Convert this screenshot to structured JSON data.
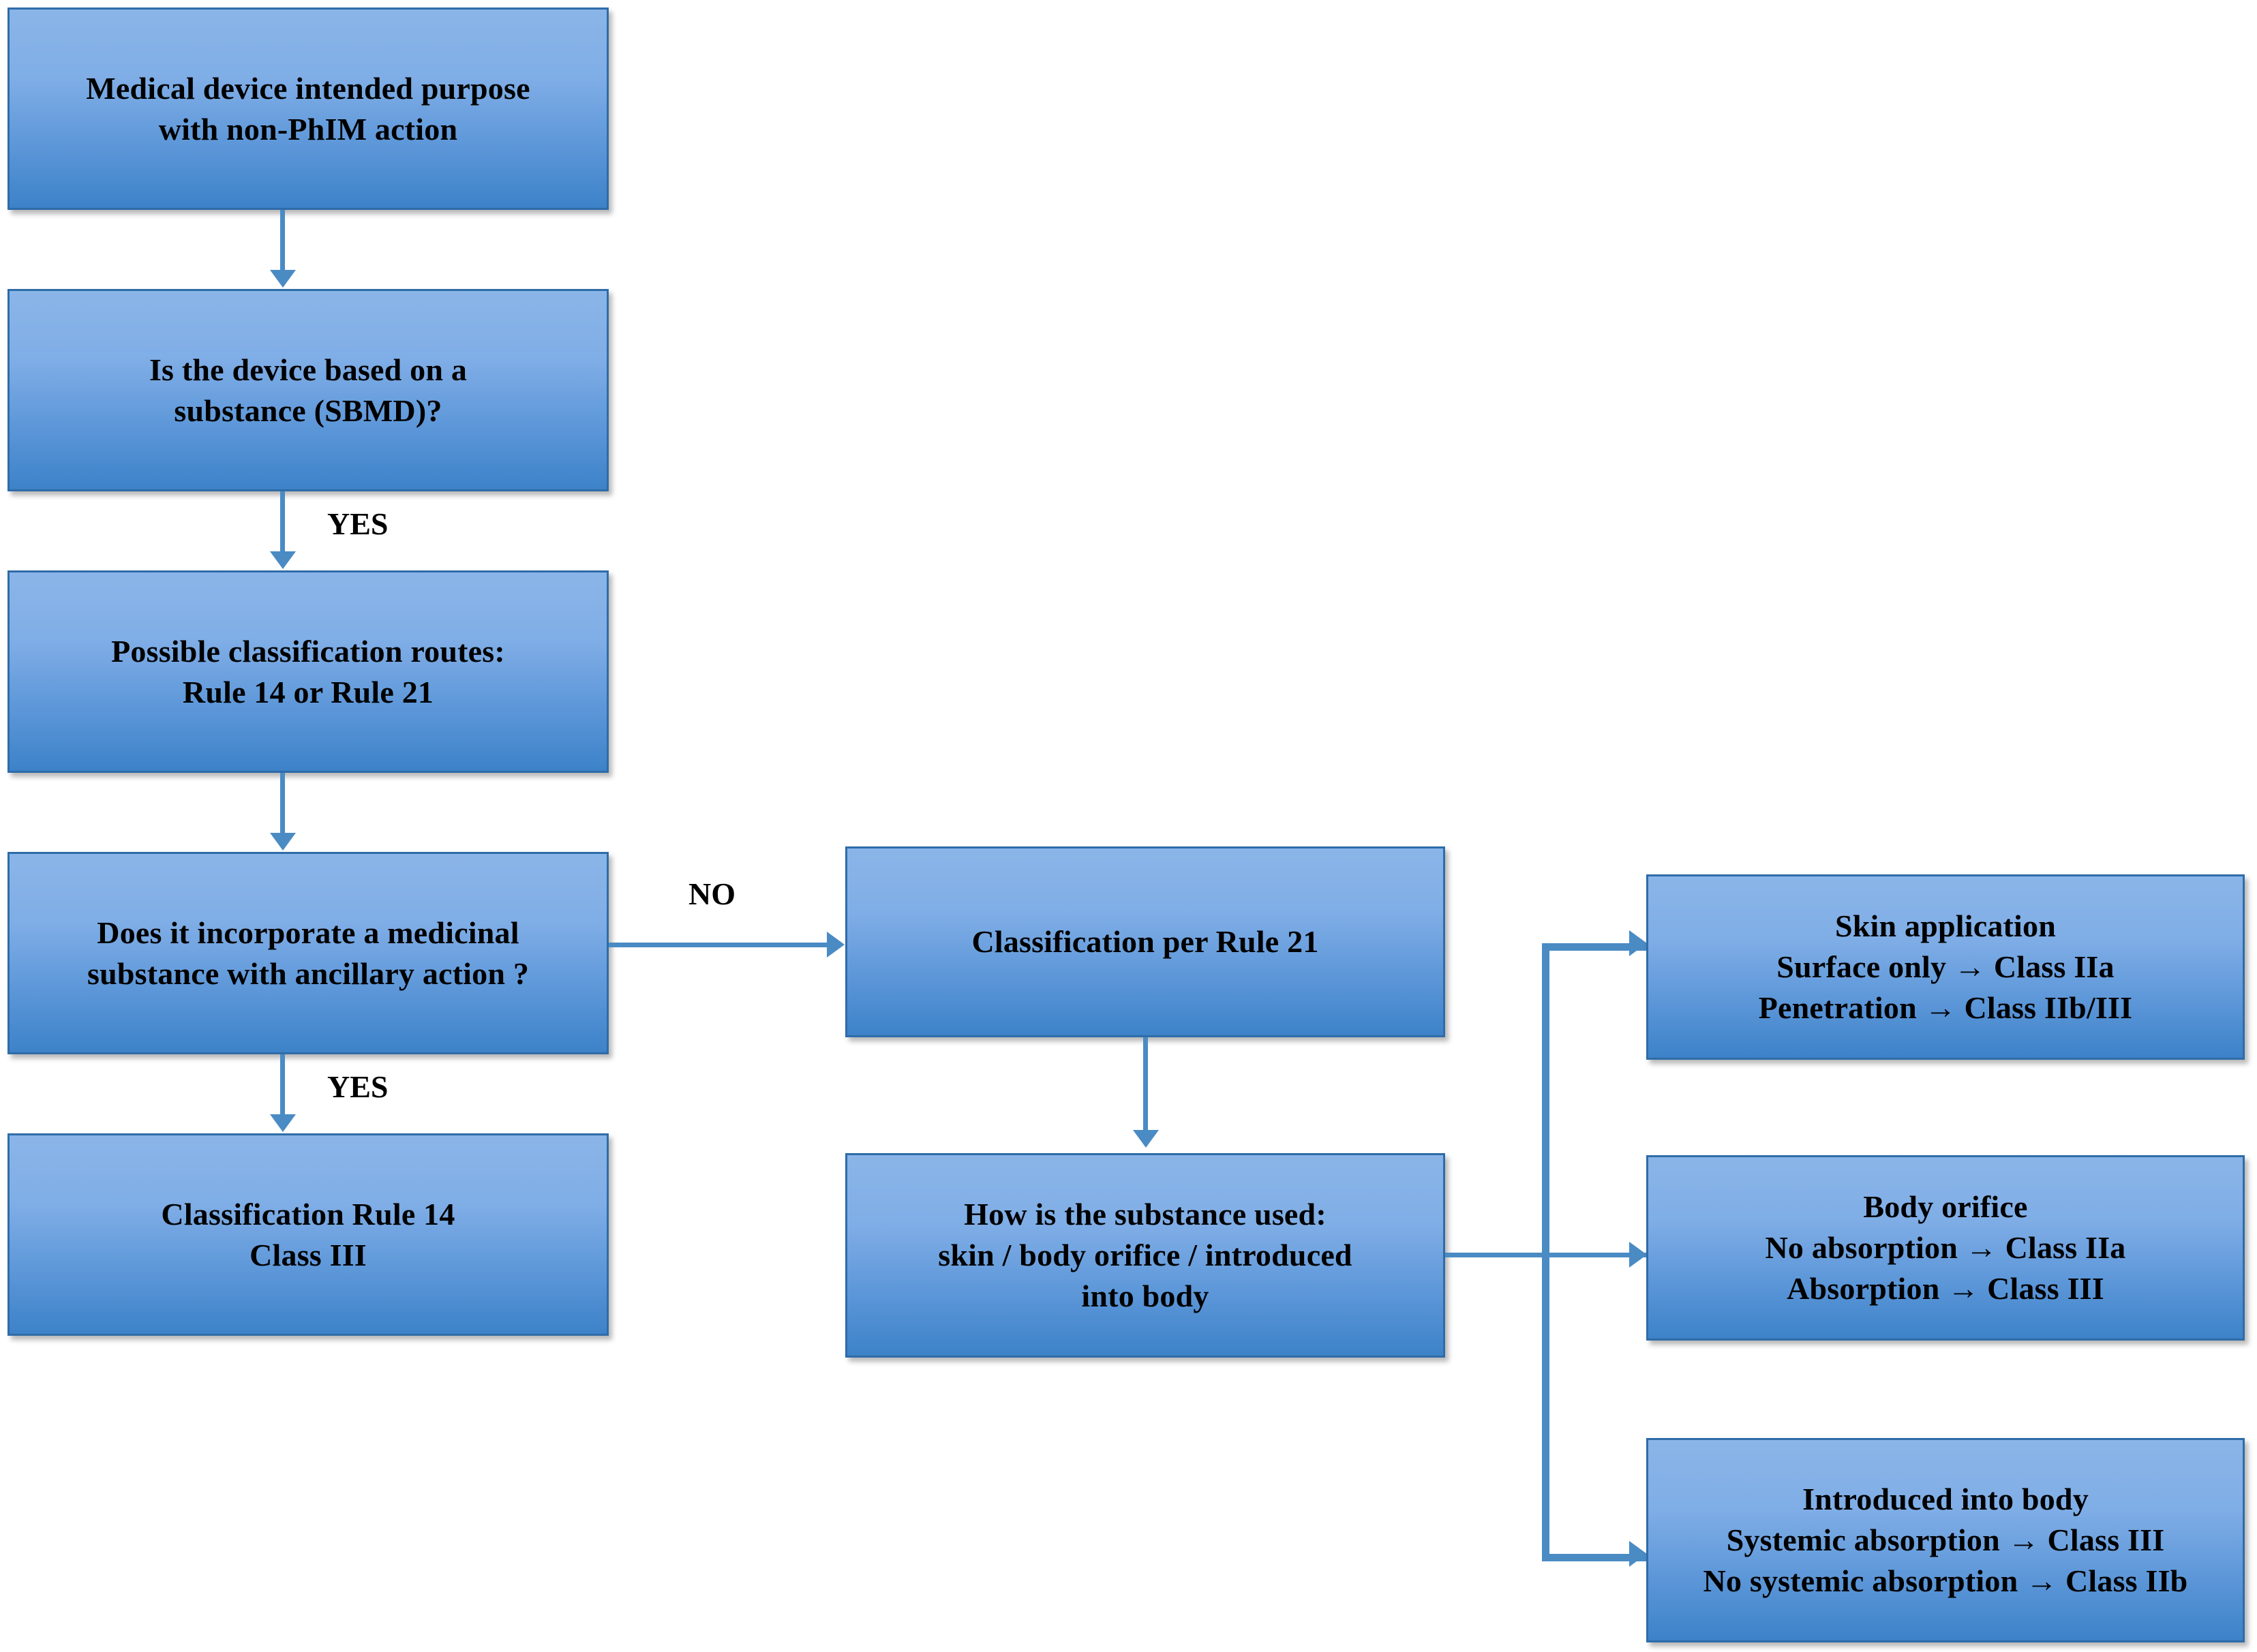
{
  "diagram": {
    "title": "Medical device classification decision flowchart",
    "accent_color": "#4a8bc4",
    "node_fill_top": "#8ab5e8",
    "node_fill_bottom": "#3d82c8",
    "node_border_color": "#2f6ca8",
    "text_color": "#000000",
    "background": "#ffffff"
  },
  "nodes": {
    "intended_purpose": "Medical device intended purpose\nwith non-PhIM action",
    "is_sbmd": "Is the device based on a\nsubstance (SBMD)?",
    "possible_routes": "Possible classification routes:\nRule 14 or Rule 21",
    "incorporates_medicinal": "Does it incorporate  a medicinal\nsubstance with ancillary action ?",
    "rule14_class3": "Classification Rule 14\nClass III",
    "rule21": "Classification per Rule 21",
    "how_used": "How is the substance used:\nskin / body orifice / introduced\ninto body",
    "skin_application": "Skin application\nSurface only → Class IIa\nPenetration → Class IIb/III",
    "body_orifice": "Body orifice\nNo absorption → Class IIa\nAbsorption → Class III",
    "introduced_into_body": "Introduced into body\nSystemic absorption → Class III\nNo systemic absorption → Class IIb"
  },
  "edge_labels": {
    "yes_sbmd": "YES",
    "no_medicinal": "NO",
    "yes_medicinal": "YES"
  },
  "chart_data": {
    "type": "flowchart",
    "orientation": "top-down with left-to-right branches",
    "nodes": [
      {
        "id": "intended_purpose",
        "label": "Medical device intended purpose with non-PhIM action",
        "column": 1,
        "row": 1
      },
      {
        "id": "is_sbmd",
        "label": "Is the device based on a substance (SBMD)?",
        "column": 1,
        "row": 2
      },
      {
        "id": "possible_routes",
        "label": "Possible classification routes: Rule 14 or Rule 21",
        "column": 1,
        "row": 3
      },
      {
        "id": "incorporates_medicinal",
        "label": "Does it incorporate a medicinal substance with ancillary action ?",
        "column": 1,
        "row": 4
      },
      {
        "id": "rule14_class3",
        "label": "Classification Rule 14 Class III",
        "column": 1,
        "row": 5
      },
      {
        "id": "rule21",
        "label": "Classification per Rule 21",
        "column": 2,
        "row": 4
      },
      {
        "id": "how_used",
        "label": "How is the substance used: skin / body orifice / introduced into body",
        "column": 2,
        "row": 5
      },
      {
        "id": "skin_application",
        "label": "Skin application Surface only → Class IIa Penetration → Class IIb/III",
        "column": 3,
        "row": 4
      },
      {
        "id": "body_orifice",
        "label": "Body orifice No absorption → Class IIa Absorption → Class III",
        "column": 3,
        "row": 5
      },
      {
        "id": "introduced_into_body",
        "label": "Introduced into body Systemic absorption → Class III No systemic absorption → Class IIb",
        "column": 3,
        "row": 6
      }
    ],
    "edges": [
      {
        "from": "intended_purpose",
        "to": "is_sbmd",
        "label": ""
      },
      {
        "from": "is_sbmd",
        "to": "possible_routes",
        "label": "YES"
      },
      {
        "from": "possible_routes",
        "to": "incorporates_medicinal",
        "label": ""
      },
      {
        "from": "incorporates_medicinal",
        "to": "rule14_class3",
        "label": "YES"
      },
      {
        "from": "incorporates_medicinal",
        "to": "rule21",
        "label": "NO"
      },
      {
        "from": "rule21",
        "to": "how_used",
        "label": ""
      },
      {
        "from": "how_used",
        "to": "skin_application",
        "label": ""
      },
      {
        "from": "how_used",
        "to": "body_orifice",
        "label": ""
      },
      {
        "from": "how_used",
        "to": "introduced_into_body",
        "label": ""
      }
    ]
  }
}
